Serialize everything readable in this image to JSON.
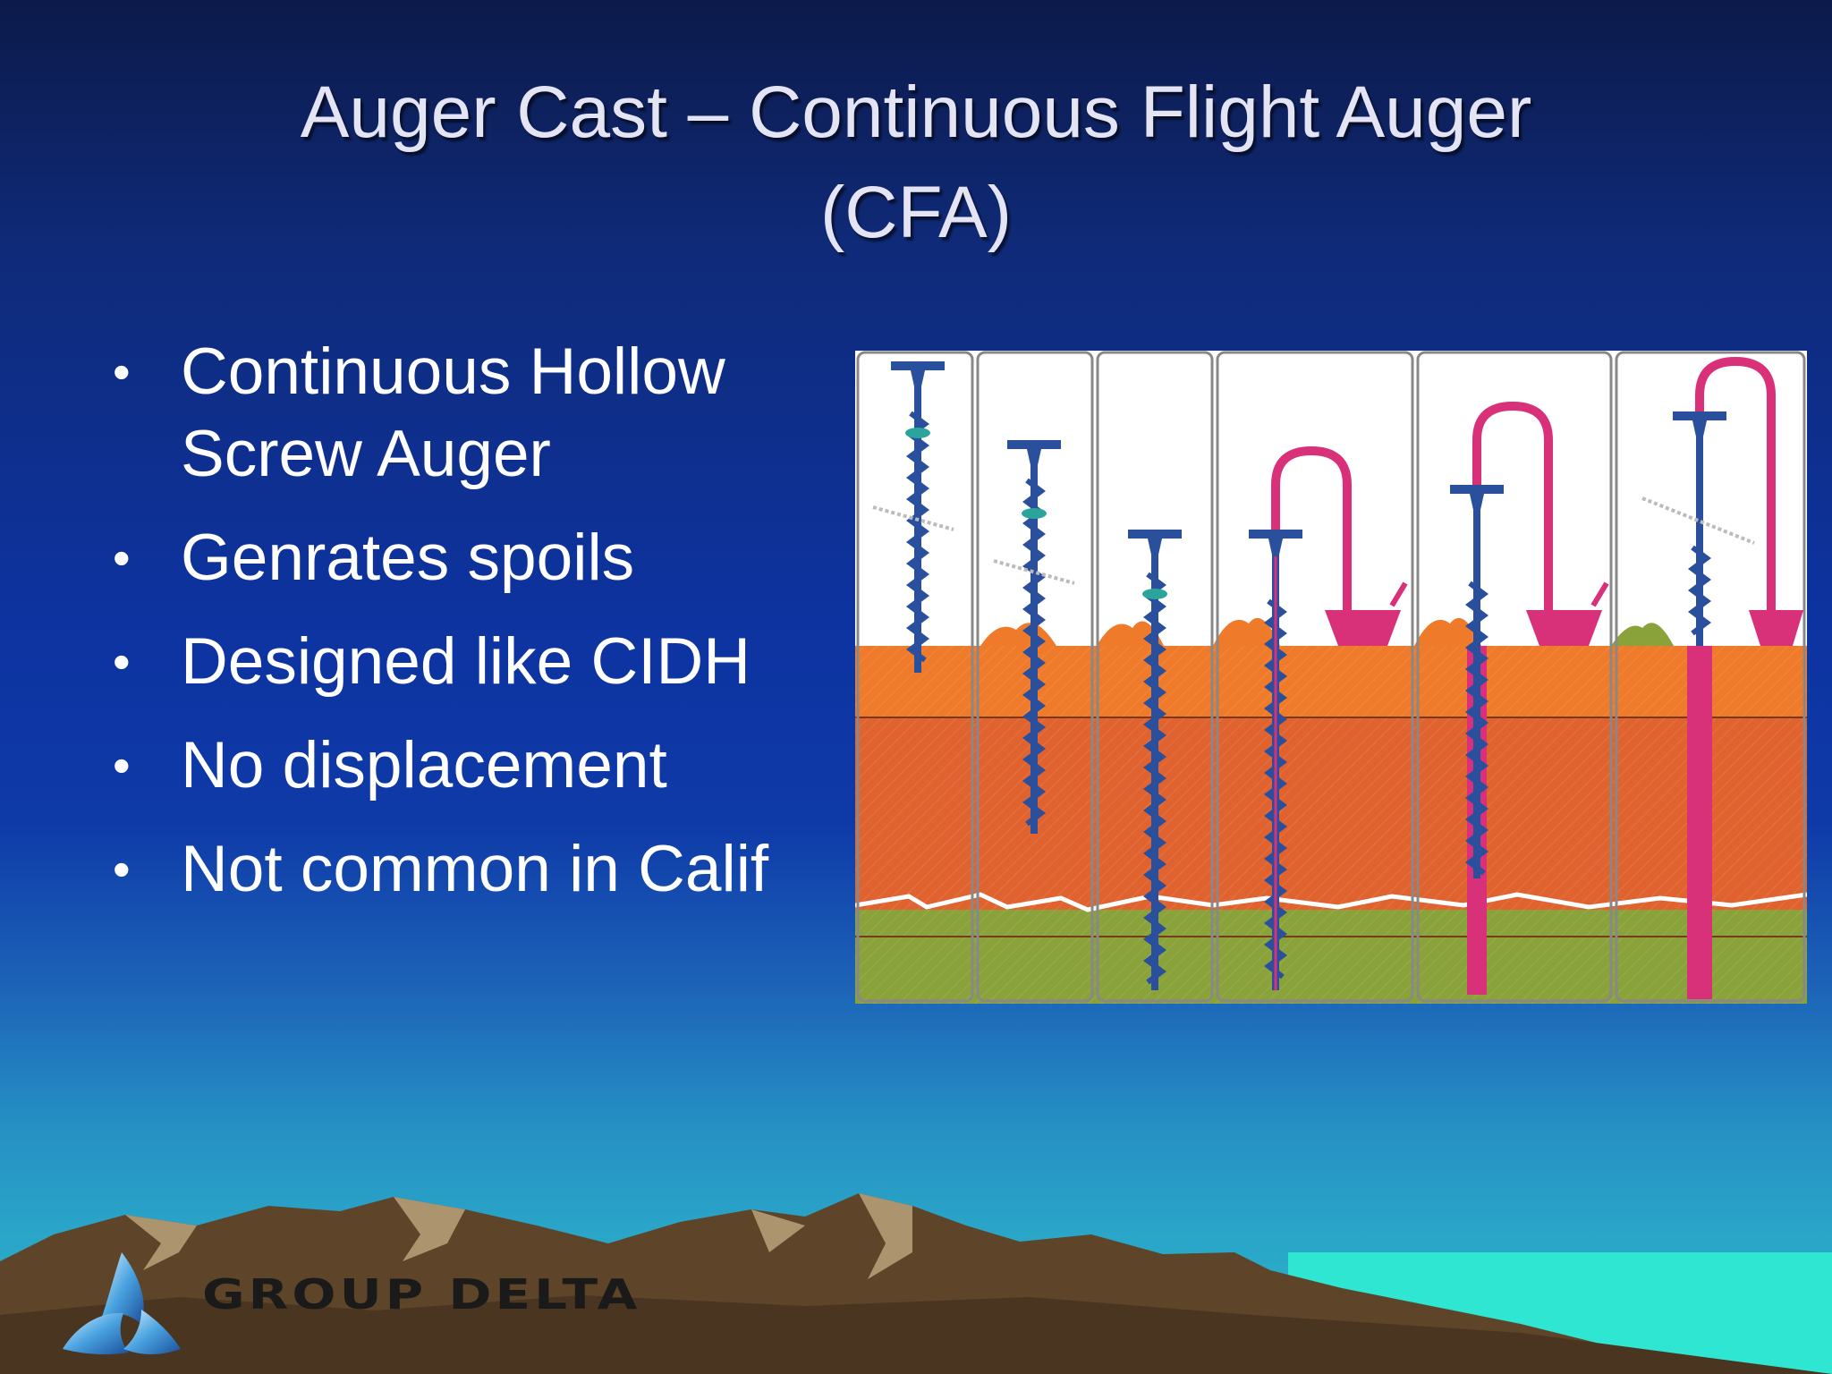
{
  "slide": {
    "title_line1": "Auger Cast – Continuous Flight Auger",
    "title_line2": "(CFA)"
  },
  "bullets": [
    {
      "line1": "Continuous Hollow",
      "line2": "Screw Auger"
    },
    {
      "line1": "Genrates spoils"
    },
    {
      "line1": "Designed like CIDH"
    },
    {
      "line1": "No displacement"
    },
    {
      "line1": "Not common in Calif"
    }
  ],
  "bullet_glyph": "•",
  "logo": {
    "text": "GROUP DELTA"
  },
  "colors": {
    "auger": "#2a4f9c",
    "grout": "#d8317a",
    "soil_top": "#ef7a2a",
    "soil_mid": "#e0622e",
    "soil_bottom": "#8aa23a",
    "mountain": "#6a5030",
    "water": "#2ee6d2"
  }
}
